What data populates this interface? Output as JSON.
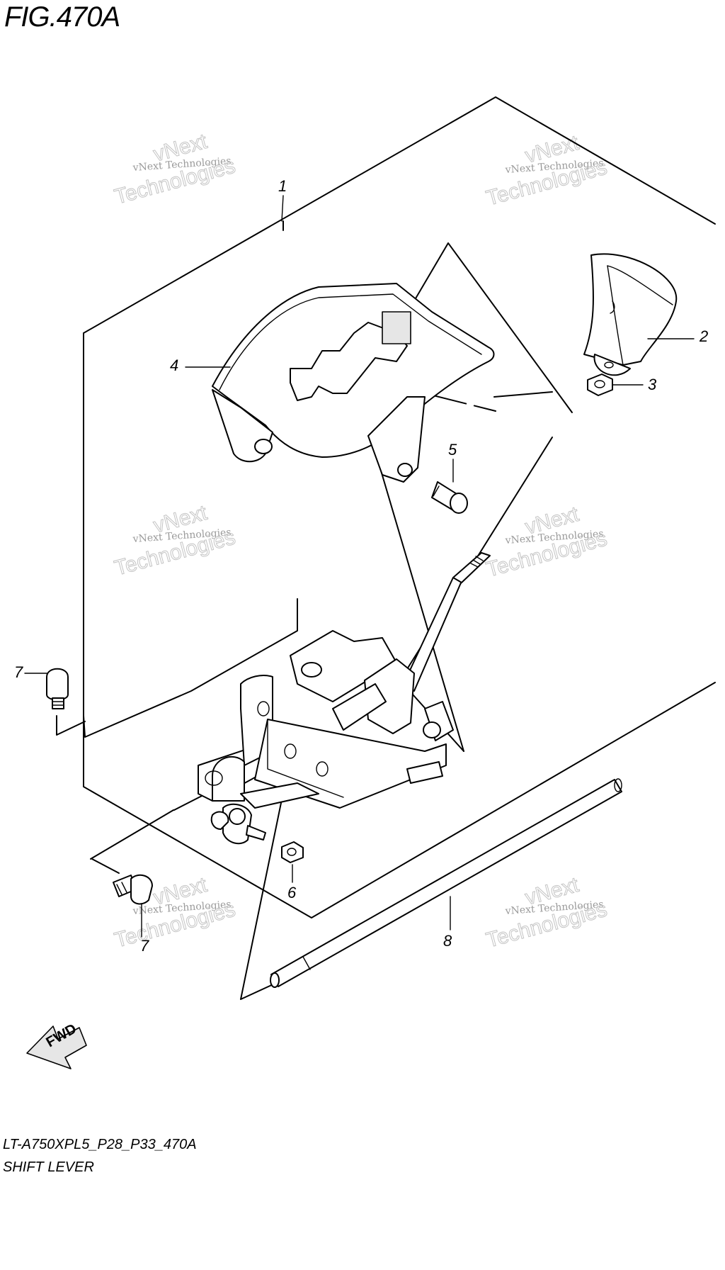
{
  "figure": {
    "title": "FIG.470A",
    "code": "LT-A750XPL5_P28_P33_470A",
    "name": "SHIFT LEVER"
  },
  "callouts": [
    "1",
    "2",
    "3",
    "4",
    "5",
    "6",
    "7",
    "7",
    "8"
  ],
  "fwd_label": "FWD",
  "watermark": {
    "line1": "vNext Technologies",
    "line2": "vNext",
    "line3": "Technologies"
  }
}
